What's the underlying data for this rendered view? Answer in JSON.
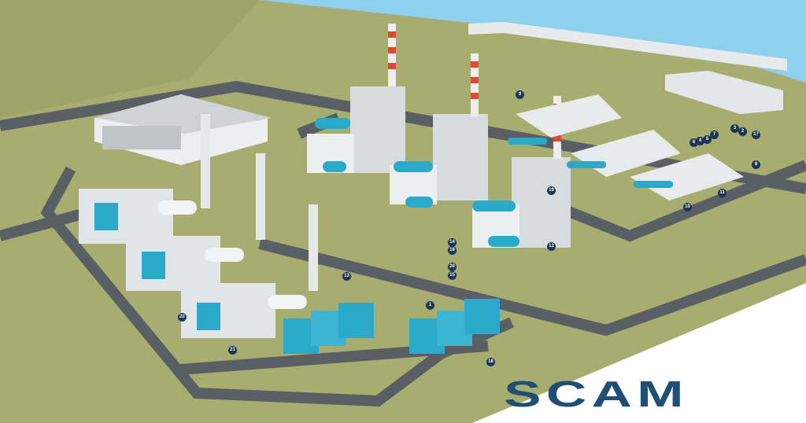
{
  "logo": {
    "text": "SCAM"
  },
  "colors": {
    "ground": "#a6ad6e",
    "road": "#5a5f66",
    "water": "#8fd0ef",
    "equipment": "#2ba9c9",
    "building": "#d9dcdf",
    "stack_red": "#e0482f",
    "logo": "#1f4f74"
  },
  "callouts": [
    "9",
    "6",
    "4",
    "5",
    "7",
    "3",
    "2",
    "17",
    "8",
    "11",
    "10",
    "19",
    "12",
    "14",
    "16",
    "20",
    "15",
    "13",
    "1",
    "18",
    "22",
    "21"
  ]
}
